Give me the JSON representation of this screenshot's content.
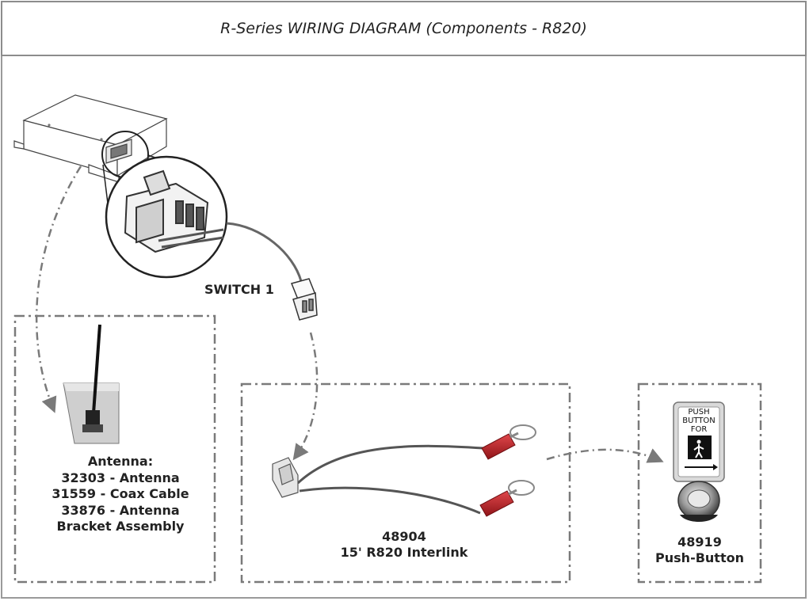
{
  "title": "R-Series WIRING DIAGRAM (Components - R820)",
  "switch_label": "SWITCH 1",
  "antenna": {
    "heading": "Antenna:",
    "lines": [
      "32303 - Antenna",
      "31559 - Coax Cable",
      "33876 - Antenna",
      "Bracket Assembly"
    ]
  },
  "interlink": {
    "part": "48904",
    "name": "15' R820 Interlink"
  },
  "pushbutton": {
    "part": "48919",
    "name": "Push-Button",
    "sign_lines": [
      "PUSH",
      "BUTTON",
      "FOR"
    ]
  },
  "colors": {
    "border": "#8c8c8c",
    "dash": "#7a7a7a",
    "terminal": "#c0262b"
  }
}
